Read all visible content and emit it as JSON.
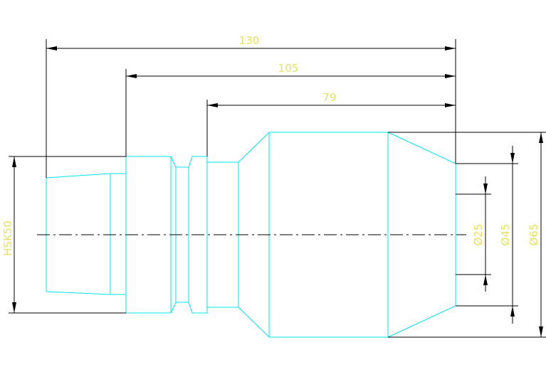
{
  "drawing": {
    "colors": {
      "part_outline": "#00e5ee",
      "dimension_lines": "#000000",
      "dimension_text": "#e8e060",
      "background": "#ffffff"
    },
    "length_dimensions": [
      {
        "id": "len-130",
        "text": "130"
      },
      {
        "id": "len-105",
        "text": "105"
      },
      {
        "id": "len-79",
        "text": "79"
      }
    ],
    "diameter_dimensions": [
      {
        "id": "dia-25",
        "text": "Ø25"
      },
      {
        "id": "dia-45",
        "text": "Ø45"
      },
      {
        "id": "dia-65",
        "text": "Ø65"
      }
    ],
    "taper_dimension": {
      "id": "hsk50",
      "text": "HSK50"
    }
  }
}
